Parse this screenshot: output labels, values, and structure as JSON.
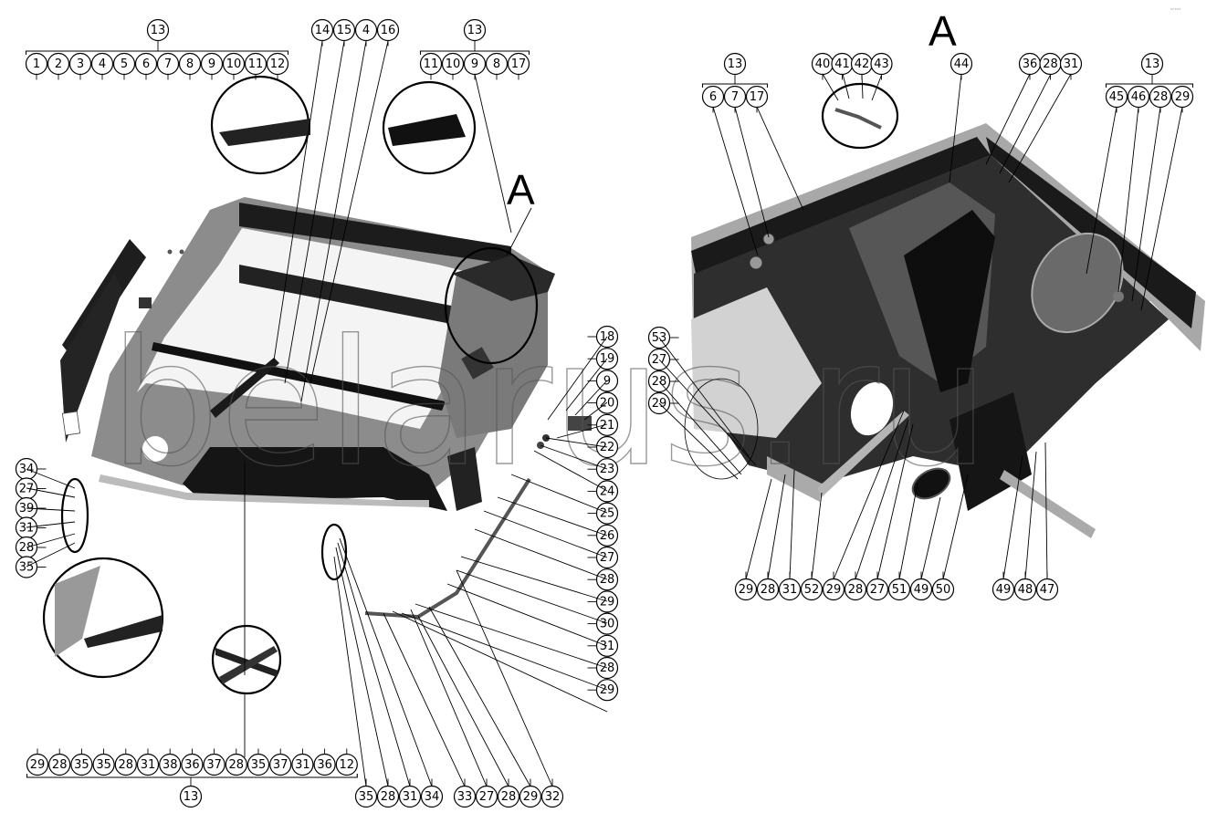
{
  "document": {
    "type": "exploded parts diagram",
    "watermark_text": "belarus.ru",
    "corner_note": "ᵃᴰ ᵇᵃᵇᵃ"
  },
  "views": {
    "main_view_detail_label": "A",
    "detail_view_title": "A"
  },
  "groups": {
    "top_left": {
      "group": "13",
      "items": [
        "1",
        "2",
        "3",
        "4",
        "5",
        "6",
        "7",
        "8",
        "9",
        "10",
        "11",
        "12"
      ]
    },
    "top_middle": {
      "items": [
        "14",
        "15",
        "4",
        "16"
      ]
    },
    "top_right_main": {
      "group": "13",
      "items": [
        "11",
        "10",
        "9",
        "8",
        "17"
      ]
    },
    "right_column": {
      "items": [
        "18",
        "19",
        "9",
        "20",
        "21",
        "22",
        "23",
        "24",
        "25",
        "26",
        "27",
        "28",
        "29",
        "30",
        "31",
        "28",
        "29"
      ]
    },
    "left_column": {
      "items": [
        "34",
        "27",
        "39",
        "31",
        "28",
        "35"
      ]
    },
    "bottom_left": {
      "group": "13",
      "items": [
        "29",
        "28",
        "35",
        "35",
        "28",
        "31",
        "38",
        "36",
        "37",
        "28",
        "35",
        "37",
        "31",
        "36",
        "12"
      ]
    },
    "bottom_middle_a": {
      "items": [
        "35",
        "28",
        "31",
        "34"
      ]
    },
    "bottom_middle_b": {
      "items": [
        "33",
        "27",
        "28",
        "29",
        "32"
      ]
    },
    "detail_top_left": {
      "group": "13",
      "items": [
        "6",
        "7",
        "17"
      ]
    },
    "detail_top_cable": {
      "items": [
        "40",
        "41",
        "42",
        "43"
      ]
    },
    "detail_top_single": {
      "items": [
        "44"
      ]
    },
    "detail_top_mid": {
      "items": [
        "36",
        "28",
        "31"
      ]
    },
    "detail_top_right": {
      "group": "13",
      "items": [
        "45",
        "46",
        "28",
        "29"
      ]
    },
    "detail_left_column": {
      "items": [
        "53",
        "27",
        "28",
        "29"
      ]
    },
    "detail_bottom_a": {
      "items": [
        "29",
        "28",
        "31",
        "52",
        "29",
        "28",
        "27",
        "51",
        "49",
        "50"
      ]
    },
    "detail_bottom_b": {
      "items": [
        "49",
        "48",
        "47"
      ]
    }
  }
}
